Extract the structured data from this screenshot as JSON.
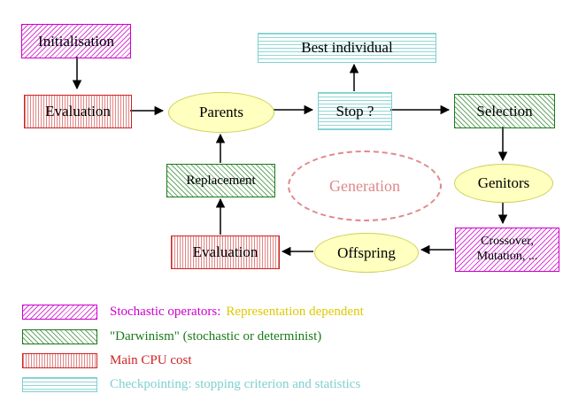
{
  "diagram": {
    "nodes": {
      "initialisation": {
        "label": "Initialisation"
      },
      "best_individual": {
        "label": "Best individual"
      },
      "evaluation_top": {
        "label": "Evaluation"
      },
      "parents": {
        "label": "Parents"
      },
      "stop": {
        "label": "Stop ?"
      },
      "selection": {
        "label": "Selection"
      },
      "replacement": {
        "label": "Replacement"
      },
      "generation": {
        "label": "Generation"
      },
      "genitors": {
        "label": "Genitors"
      },
      "evaluation_bottom": {
        "label": "Evaluation"
      },
      "offspring": {
        "label": "Offspring"
      },
      "crossover": {
        "line1": "Crossover,",
        "line2": "Mutation, ..."
      }
    }
  },
  "legend": {
    "stochastic_label": "Stochastic operators:",
    "representation_label": "Representation dependent",
    "darwinism_label": "\"Darwinism\" (stochastic or determinist)",
    "cpu_label": "Main CPU cost",
    "checkpoint_label": "Checkpointing: stopping criterion and statistics"
  },
  "colors": {
    "stochastic_magenta": "#cc00cc",
    "darwinism_green": "#1a7a1a",
    "cpu_red": "#cc2222",
    "checkpoint_cyan": "#7fd0d0",
    "representation_yellow": "#e0c800",
    "ellipse_fill_yellow": "#ffffbf",
    "generation_pink": "#e08888"
  }
}
